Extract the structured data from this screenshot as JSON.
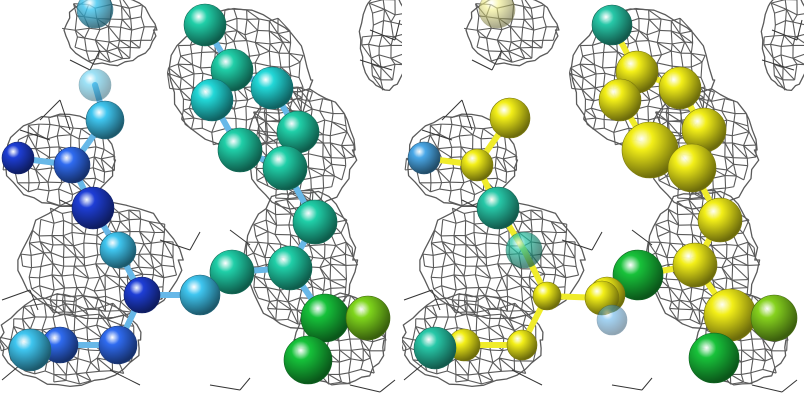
{
  "image": {
    "panels": [
      {
        "id": "left",
        "coloring": "b-factor-spectrum",
        "colors": {
          "blue_dark": "#1e3ed6",
          "blue": "#2f6bf0",
          "sky": "#3fc6f0",
          "cyan": "#22d8d8",
          "teal": "#20cfa8",
          "green": "#16c23a",
          "lime": "#7fd61c",
          "bond": "#67b8e8"
        }
      },
      {
        "id": "right",
        "coloring": "second-model-spectrum",
        "colors": {
          "yellow": "#f3ef18",
          "yellow_pale": "#f5f28a",
          "green": "#18c23a",
          "lime": "#86d21e",
          "teal": "#27c8a8",
          "sky": "#4aa8e8",
          "bond": "#f0ec2a"
        }
      }
    ],
    "mesh_color": "#5a5a5a",
    "background": "#ffffff"
  }
}
